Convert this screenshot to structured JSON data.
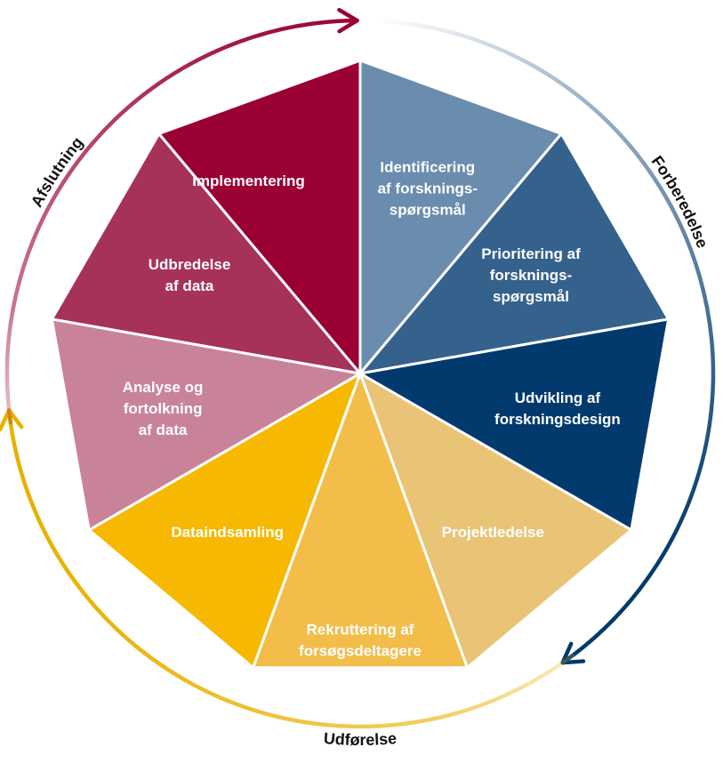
{
  "segments": [
    {
      "lines": [
        "Identificering",
        "af forsknings-",
        "spørgsmål"
      ],
      "color": "#6a8cae"
    },
    {
      "lines": [
        "Prioritering af",
        "forsknings-",
        "spørgsmål"
      ],
      "color": "#35618d"
    },
    {
      "lines": [
        "Udvikling af",
        "forskningsdesign"
      ],
      "color": "#033a6e"
    },
    {
      "lines": [
        "Projektledelse"
      ],
      "color": "#e9c476"
    },
    {
      "lines": [
        "Rekruttering af",
        "forsøgsdeltagere"
      ],
      "color": "#f3bd4a"
    },
    {
      "lines": [
        "Dataindsamling"
      ],
      "color": "#f6b800"
    },
    {
      "lines": [
        "Analyse og",
        "fortolkning",
        "af data"
      ],
      "color": "#c98399"
    },
    {
      "lines": [
        "Udbredelse",
        "af data"
      ],
      "color": "#a73258"
    },
    {
      "lines": [
        "Implementering"
      ],
      "color": "#9a0034"
    }
  ],
  "phases": [
    {
      "label": "Forberedelse",
      "color": "#033a6e"
    },
    {
      "label": "Udførelse",
      "color": "#e8b100"
    },
    {
      "label": "Afslutning",
      "color": "#9a0034"
    }
  ]
}
